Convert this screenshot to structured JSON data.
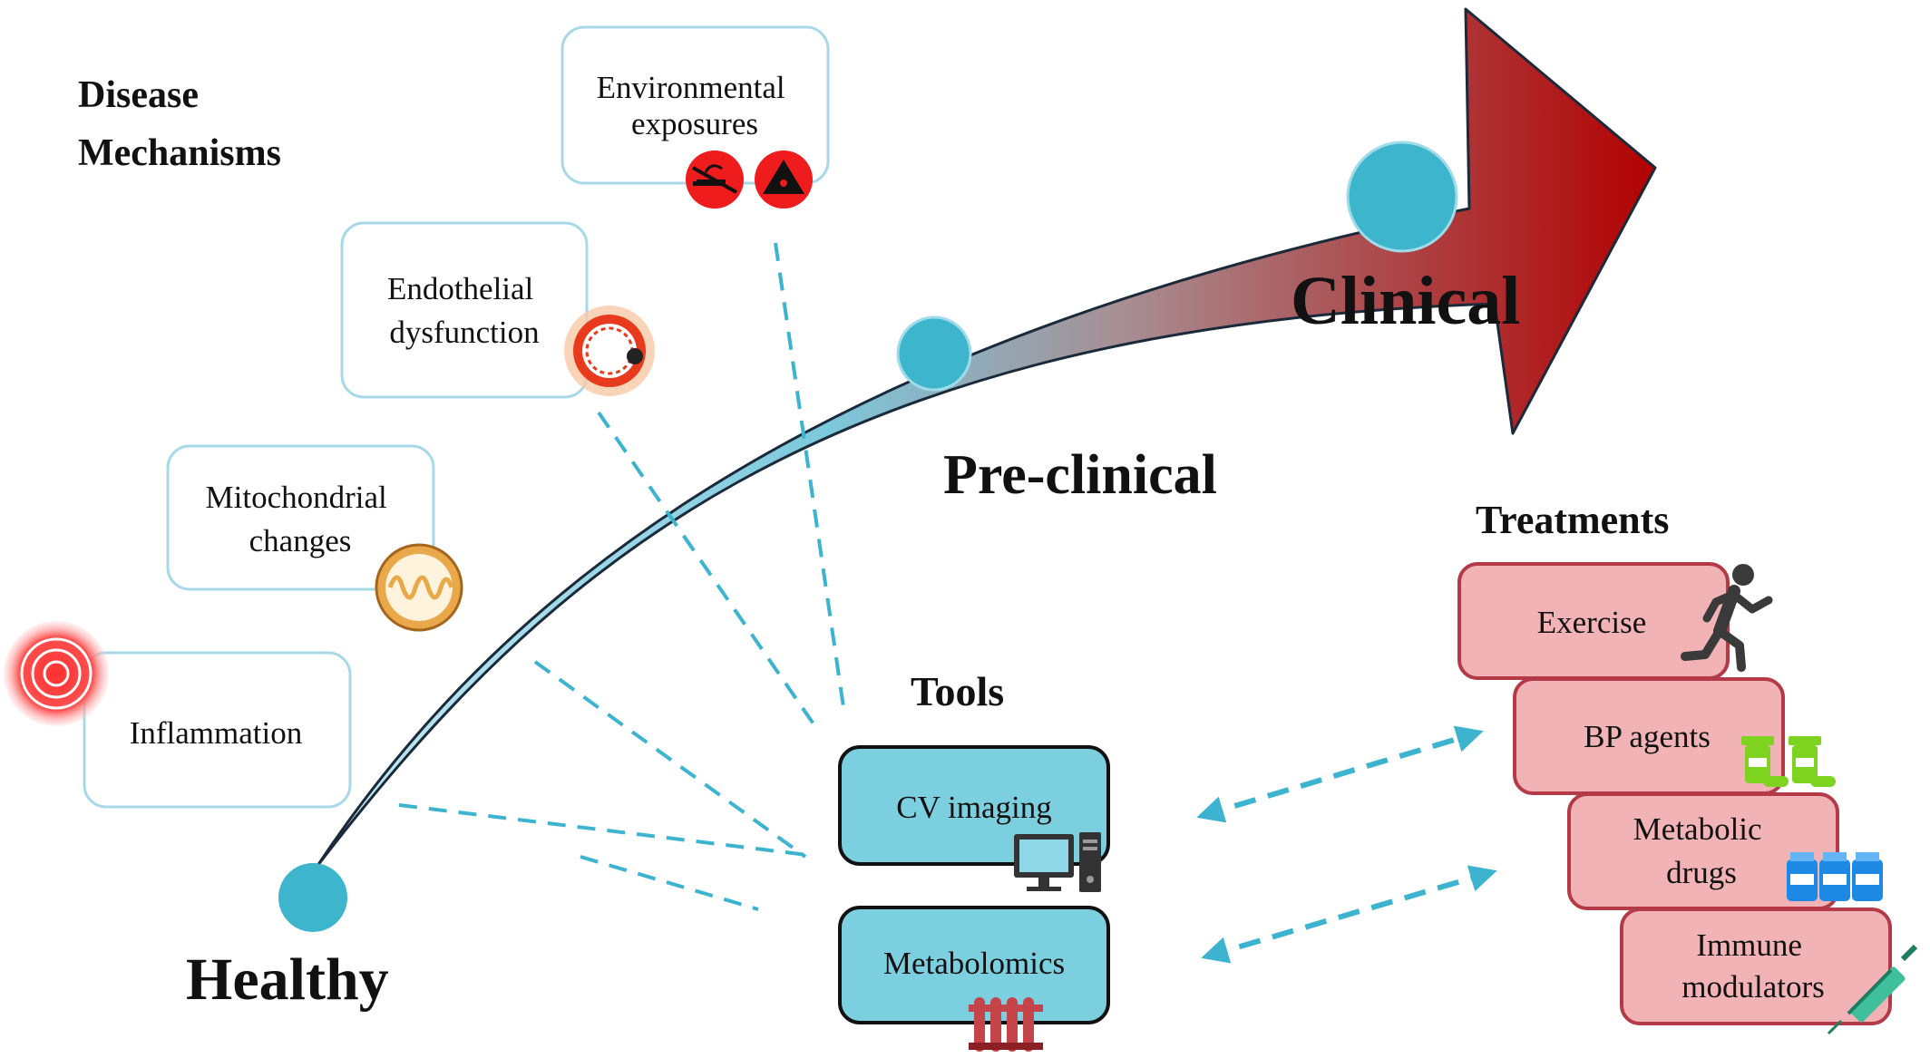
{
  "title": "",
  "sections": {
    "disease_mechanisms": [
      "Disease",
      "Mechanisms"
    ],
    "tools": "Tools",
    "treatments": "Treatments"
  },
  "stages": {
    "healthy": "Healthy",
    "preclinical": "Pre-clinical",
    "clinical": "Clinical"
  },
  "mechanisms": [
    {
      "lines": [
        "Environmental",
        "exposures"
      ],
      "icon": "smoking-radiation-icons"
    },
    {
      "lines": [
        "Endothelial",
        "dysfunction"
      ],
      "icon": "vessel-cross-section-icon"
    },
    {
      "lines": [
        "Mitochondrial",
        "changes"
      ],
      "icon": "mitochondrion-icon"
    },
    {
      "lines": [
        "Inflammation"
      ],
      "icon": "inflammation-icon"
    }
  ],
  "tools": [
    {
      "label": "CV imaging",
      "icon": "computer-icon"
    },
    {
      "label": "Metabolomics",
      "icon": "test-tubes-icon"
    }
  ],
  "treatments": [
    {
      "lines": [
        "Exercise"
      ],
      "icon": "running-person-icon"
    },
    {
      "lines": [
        "BP agents"
      ],
      "icon": "pill-bottles-icon"
    },
    {
      "lines": [
        "Metabolic",
        "drugs"
      ],
      "icon": "medicine-vials-icon"
    },
    {
      "lines": [
        "Immune",
        "modulators"
      ],
      "icon": "syringe-icon"
    }
  ],
  "colors": {
    "arrow_start": "#bfe6f0",
    "arrow_mid": "#7cc8dc",
    "arrow_end": "#b20000",
    "node": "#3db5cc",
    "mechanism_border": "#a8d8e8",
    "tool_fill": "#7ccfdf",
    "treatment_fill": "#f2b3b6",
    "treatment_border": "#b33a46",
    "dashed": "#3cb3cf"
  }
}
